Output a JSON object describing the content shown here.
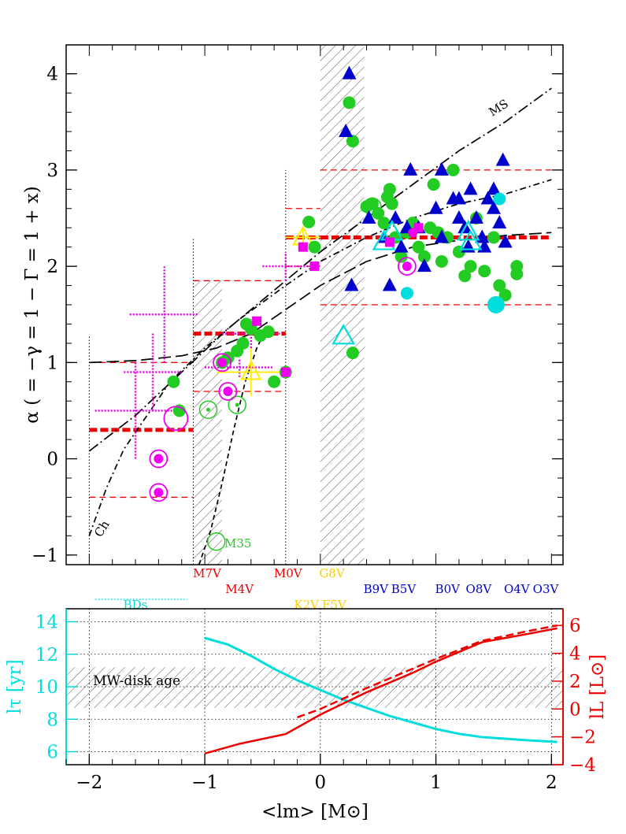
{
  "chart_data": [
    {
      "type": "scatter",
      "panel": "top",
      "ylabel": "α ( = −γ = 1 − Γ = 1 + x)",
      "xlim": [
        -2.2,
        2.1
      ],
      "ylim": [
        -1.1,
        4.3
      ],
      "yticks": [
        -1,
        0,
        1,
        2,
        3,
        4
      ],
      "colors": {
        "green": "#22cc22",
        "blue": "#0000cc",
        "cyan": "#00dddd",
        "magenta": "#ee00ee",
        "yellow": "#ffee00",
        "red": "#ee0000",
        "black": "#000000"
      },
      "hatched_bands": [
        {
          "x0": -1.1,
          "x1": -0.85,
          "y0": -1.1,
          "y1": 1.85
        },
        {
          "x0": 0.0,
          "x1": 0.38,
          "y0": -1.1,
          "y1": 4.3
        }
      ],
      "vertical_dotted_lines": [
        {
          "x": -2.0,
          "y0": -1.1,
          "y1": 1.28
        },
        {
          "x": -1.1,
          "y0": -1.1,
          "y1": 2.3
        },
        {
          "x": -0.3,
          "y0": -1.1,
          "y1": 3.0
        }
      ],
      "red_segments": [
        {
          "x0": -2.0,
          "x1": -1.1,
          "y": 0.3,
          "style": "thick"
        },
        {
          "x0": -2.0,
          "x1": -1.1,
          "y": -0.4,
          "style": "thin"
        },
        {
          "x0": -2.0,
          "x1": -1.1,
          "y": 1.0,
          "style": "thin"
        },
        {
          "x0": -1.1,
          "x1": -0.3,
          "y": 1.3,
          "style": "thick"
        },
        {
          "x0": -1.1,
          "x1": -0.3,
          "y": 0.7,
          "style": "thin"
        },
        {
          "x0": -1.1,
          "x1": -0.3,
          "y": 1.85,
          "style": "thin"
        },
        {
          "x0": -0.3,
          "x1": 0.0,
          "y": 2.3,
          "style": "thick"
        },
        {
          "x0": -0.3,
          "x1": 0.0,
          "y": 2.0,
          "style": "thin"
        },
        {
          "x0": -0.3,
          "x1": 0.0,
          "y": 2.6,
          "style": "thin"
        },
        {
          "x0": 0.0,
          "x1": 2.0,
          "y": 2.3,
          "style": "thick"
        },
        {
          "x0": 0.0,
          "x1": 2.0,
          "y": 1.6,
          "style": "thin"
        },
        {
          "x0": 0.0,
          "x1": 2.0,
          "y": 3.0,
          "style": "thin"
        }
      ],
      "curves": [
        {
          "name": "MS",
          "style": "dashdot-long",
          "points": [
            [
              -2.0,
              0.08
            ],
            [
              -1.6,
              0.45
            ],
            [
              -1.2,
              0.9
            ],
            [
              -0.8,
              1.35
            ],
            [
              -0.4,
              1.75
            ],
            [
              0.0,
              2.15
            ],
            [
              0.4,
              2.5
            ],
            [
              0.8,
              2.85
            ],
            [
              1.2,
              3.2
            ],
            [
              1.6,
              3.5
            ],
            [
              2.0,
              3.85
            ]
          ]
        },
        {
          "name": "Ch",
          "style": "dashdot",
          "points": [
            [
              -2.0,
              -0.8
            ],
            [
              -1.85,
              -0.3
            ],
            [
              -1.7,
              0.1
            ],
            [
              -1.5,
              0.45
            ],
            [
              -1.3,
              0.8
            ],
            [
              -1.0,
              1.15
            ],
            [
              -0.7,
              1.45
            ],
            [
              -0.3,
              1.8
            ],
            [
              0.0,
              2.05
            ],
            [
              0.4,
              2.3
            ],
            [
              0.8,
              2.5
            ],
            [
              1.2,
              2.65
            ],
            [
              1.6,
              2.75
            ],
            [
              2.0,
              2.9
            ]
          ]
        },
        {
          "style": "longdash",
          "points": [
            [
              -2.0,
              1.0
            ],
            [
              -1.6,
              1.02
            ],
            [
              -1.2,
              1.07
            ],
            [
              -0.9,
              1.15
            ],
            [
              -0.6,
              1.3
            ],
            [
              -0.3,
              1.55
            ],
            [
              0.0,
              1.8
            ],
            [
              0.4,
              2.05
            ],
            [
              0.8,
              2.2
            ],
            [
              1.2,
              2.27
            ],
            [
              1.6,
              2.32
            ],
            [
              2.0,
              2.35
            ]
          ]
        },
        {
          "style": "dashed",
          "points": [
            [
              -1.05,
              -1.1
            ],
            [
              -0.95,
              -0.75
            ],
            [
              -0.85,
              -0.25
            ],
            [
              -0.75,
              0.3
            ],
            [
              -0.65,
              0.8
            ],
            [
              -0.55,
              1.15
            ],
            [
              -0.45,
              1.4
            ]
          ]
        }
      ],
      "green_filled": [
        [
          -1.27,
          0.8
        ],
        [
          -1.22,
          0.5
        ],
        [
          -0.85,
          1.0
        ],
        [
          -0.8,
          1.05
        ],
        [
          -0.72,
          1.12
        ],
        [
          -0.67,
          1.2
        ],
        [
          -0.64,
          1.4
        ],
        [
          -0.6,
          1.35
        ],
        [
          -0.52,
          1.28
        ],
        [
          -0.45,
          1.32
        ],
        [
          -0.4,
          0.8
        ],
        [
          -0.3,
          0.9
        ],
        [
          -0.1,
          2.46
        ],
        [
          -0.05,
          2.2
        ],
        [
          0.25,
          3.7
        ],
        [
          0.28,
          3.3
        ],
        [
          0.28,
          1.1
        ],
        [
          0.4,
          2.62
        ],
        [
          0.45,
          2.65
        ],
        [
          0.5,
          2.55
        ],
        [
          0.55,
          2.45
        ],
        [
          0.58,
          2.72
        ],
        [
          0.6,
          2.8
        ],
        [
          0.62,
          2.65
        ],
        [
          0.65,
          2.3
        ],
        [
          0.7,
          2.1
        ],
        [
          0.75,
          2.35
        ],
        [
          0.8,
          2.45
        ],
        [
          0.85,
          2.2
        ],
        [
          0.9,
          2.1
        ],
        [
          0.95,
          2.4
        ],
        [
          0.98,
          2.85
        ],
        [
          1.02,
          2.35
        ],
        [
          1.1,
          2.3
        ],
        [
          1.15,
          3.0
        ],
        [
          1.25,
          1.9
        ],
        [
          1.3,
          2.0
        ],
        [
          1.35,
          2.5
        ],
        [
          1.42,
          1.95
        ],
        [
          1.5,
          2.3
        ],
        [
          1.55,
          1.8
        ],
        [
          1.6,
          1.7
        ],
        [
          1.7,
          2.0
        ],
        [
          1.7,
          1.92
        ],
        [
          1.05,
          2.05
        ],
        [
          1.2,
          2.15
        ]
      ],
      "green_open_dotted": [
        [
          -0.97,
          0.51
        ],
        [
          -0.72,
          0.56
        ],
        [
          0.45,
          2.62
        ]
      ],
      "green_open_annotated": {
        "x": -0.9,
        "y": -0.86,
        "label": "M35"
      },
      "blue_triangles": [
        [
          0.25,
          4.0
        ],
        [
          0.22,
          3.4
        ],
        [
          0.27,
          1.8
        ],
        [
          0.42,
          2.5
        ],
        [
          0.55,
          2.3
        ],
        [
          0.6,
          1.8
        ],
        [
          0.65,
          2.5
        ],
        [
          0.7,
          2.2
        ],
        [
          0.75,
          2.4
        ],
        [
          0.78,
          3.0
        ],
        [
          0.85,
          2.4
        ],
        [
          0.9,
          2.0
        ],
        [
          1.0,
          2.6
        ],
        [
          1.05,
          2.3
        ],
        [
          1.15,
          2.7
        ],
        [
          1.2,
          2.5
        ],
        [
          1.25,
          2.4
        ],
        [
          1.28,
          2.2
        ],
        [
          1.3,
          2.8
        ],
        [
          1.35,
          2.5
        ],
        [
          1.4,
          2.3
        ],
        [
          1.42,
          2.2
        ],
        [
          1.45,
          2.7
        ],
        [
          1.5,
          2.6
        ],
        [
          1.55,
          2.45
        ],
        [
          1.58,
          3.1
        ],
        [
          1.6,
          2.25
        ],
        [
          1.05,
          3.0
        ],
        [
          1.2,
          2.7
        ],
        [
          1.5,
          2.8
        ]
      ],
      "cyan_open_triangles": [
        [
          0.2,
          1.27
        ],
        [
          0.55,
          2.25
        ],
        [
          0.62,
          2.35
        ],
        [
          1.28,
          2.35
        ],
        [
          1.3,
          2.25
        ]
      ],
      "cyan_filled": [
        [
          0.75,
          1.72
        ],
        [
          1.55,
          2.7
        ],
        [
          1.52,
          1.6
        ]
      ],
      "magenta_squares": [
        [
          -0.55,
          1.43
        ],
        [
          -0.3,
          0.9
        ],
        [
          -0.05,
          2.0
        ],
        [
          -0.15,
          2.2
        ],
        [
          0.6,
          2.25
        ],
        [
          0.85,
          2.4
        ]
      ],
      "magenta_circles": [
        [
          -1.4,
          0.0
        ],
        [
          -1.4,
          -0.35
        ],
        [
          -0.85,
          1.0
        ],
        [
          -0.8,
          0.7
        ],
        [
          0.75,
          2.0
        ],
        [
          0.8,
          2.35
        ]
      ],
      "magenta_open": [
        [
          -1.25,
          0.42
        ],
        [
          -1.4,
          0.0
        ],
        [
          -1.4,
          -0.35
        ],
        [
          -0.85,
          1.0
        ],
        [
          -0.8,
          0.7
        ],
        [
          0.75,
          2.0
        ]
      ],
      "magenta_dotted_errorbars": [
        {
          "x": -1.35,
          "y": 1.5,
          "xerr": 0.3,
          "yerr": 0.5
        },
        {
          "x": -1.6,
          "y": 0.5,
          "xerr": 0.35,
          "yerr": 0.5
        },
        {
          "x": -1.45,
          "y": 0.9,
          "xerr": 0.25,
          "yerr": 0.4
        },
        {
          "x": -0.3,
          "y": 2.0,
          "xerr": 0.2,
          "yerr": 0.15
        },
        {
          "x": -0.6,
          "y": 1.3,
          "xerr": 0.25,
          "yerr": 0.15
        },
        {
          "x": -0.7,
          "y": 0.95,
          "xerr": 0.3,
          "yerr": 0.1
        }
      ],
      "yellow_errorbars": [
        {
          "x": -0.6,
          "y": 0.9,
          "xerr": 0.3,
          "yerr": 0.25
        },
        {
          "x": -0.15,
          "y": 2.3,
          "xerr": 0.15,
          "yerr": 0.1
        }
      ],
      "labels": {
        "ms": "MS",
        "ch": "Ch"
      }
    },
    {
      "type": "line",
      "panel": "bottom",
      "xlabel": "<lm> [M⊙]",
      "ylabel_left": "lτ [yr]",
      "ylabel_right": "lL [L⊙]",
      "xlim": [
        -2.2,
        2.1
      ],
      "xticks": [
        -2,
        -1,
        0,
        1,
        2
      ],
      "ylim_left": [
        5.2,
        14.8
      ],
      "yticks_left": [
        6,
        8,
        10,
        12,
        14
      ],
      "ylim_right": [
        -4,
        7.2
      ],
      "yticks_right": [
        -4,
        -2,
        0,
        2,
        4,
        6
      ],
      "hatched_band_left": [
        8.7,
        11.2
      ],
      "annotation": "MW-disk age",
      "series": [
        {
          "color": "#00dddd",
          "axis": "left",
          "x": [
            -1.0,
            -0.8,
            -0.6,
            -0.4,
            -0.2,
            0.0,
            0.2,
            0.4,
            0.6,
            0.8,
            1.0,
            1.2,
            1.4,
            1.6,
            1.8,
            2.05
          ],
          "values": [
            13.0,
            12.6,
            11.9,
            11.1,
            10.4,
            9.8,
            9.2,
            8.7,
            8.2,
            7.8,
            7.4,
            7.1,
            6.9,
            6.8,
            6.7,
            6.6
          ]
        },
        {
          "color": "#ee0000",
          "axis": "right",
          "style": "solid",
          "x": [
            -1.0,
            -0.7,
            -0.3,
            0.0,
            0.4,
            0.8,
            1.0,
            1.4,
            1.8,
            2.05
          ],
          "values": [
            -3.2,
            -2.5,
            -1.8,
            -0.4,
            1.2,
            2.6,
            3.4,
            4.8,
            5.4,
            5.8
          ]
        },
        {
          "color": "#ee0000",
          "axis": "right",
          "style": "dashed",
          "x": [
            -0.2,
            0.0,
            0.4,
            0.8,
            1.0,
            1.4,
            1.8,
            2.05
          ],
          "values": [
            -0.6,
            0.0,
            1.5,
            2.9,
            3.6,
            4.9,
            5.6,
            6.0
          ]
        }
      ]
    }
  ],
  "spectral_labels": [
    {
      "text": "BDs",
      "x": -1.6,
      "row": 3,
      "color": "#00dddd"
    },
    {
      "text": "M7V",
      "x": -0.98,
      "row": 1,
      "color": "#ee0000"
    },
    {
      "text": "M4V",
      "x": -0.7,
      "row": 2,
      "color": "#ee0000"
    },
    {
      "text": "M0V",
      "x": -0.28,
      "row": 1,
      "color": "#ee0000"
    },
    {
      "text": "G8V",
      "x": 0.1,
      "row": 1,
      "color": "#ffcc00"
    },
    {
      "text": "K2V",
      "x": -0.12,
      "row": 3,
      "color": "#ffcc00"
    },
    {
      "text": "F5V",
      "x": 0.12,
      "row": 3,
      "color": "#ffcc00"
    },
    {
      "text": "B9V",
      "x": 0.48,
      "row": 2,
      "color": "#0000cc"
    },
    {
      "text": "B5V",
      "x": 0.72,
      "row": 2,
      "color": "#0000cc"
    },
    {
      "text": "B0V",
      "x": 1.1,
      "row": 2,
      "color": "#0000cc"
    },
    {
      "text": "O8V",
      "x": 1.37,
      "row": 2,
      "color": "#0000cc"
    },
    {
      "text": "O4V",
      "x": 1.7,
      "row": 2,
      "color": "#0000cc"
    },
    {
      "text": "O3V",
      "x": 1.95,
      "row": 2,
      "color": "#0000cc"
    }
  ]
}
